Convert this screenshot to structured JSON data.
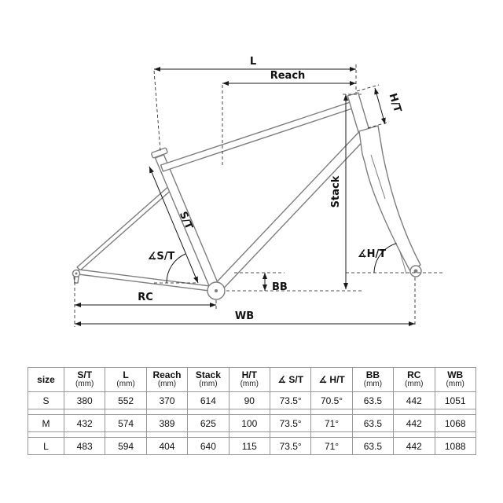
{
  "diagram": {
    "labels": {
      "l": "L",
      "reach": "Reach",
      "ht": "H/T",
      "stack": "Stack",
      "st": "S/T",
      "angle_st": "∡S/T",
      "angle_ht": "∡H/T",
      "rc": "RC",
      "bb": "BB",
      "wb": "WB"
    }
  },
  "table": {
    "headers": [
      {
        "label": "size",
        "unit": ""
      },
      {
        "label": "S/T",
        "unit": "(mm)"
      },
      {
        "label": "L",
        "unit": "(mm)"
      },
      {
        "label": "Reach",
        "unit": "(mm)"
      },
      {
        "label": "Stack",
        "unit": "(mm)"
      },
      {
        "label": "H/T",
        "unit": "(mm)"
      },
      {
        "label": "∡ S/T",
        "unit": ""
      },
      {
        "label": "∡ H/T",
        "unit": ""
      },
      {
        "label": "BB",
        "unit": "(mm)"
      },
      {
        "label": "RC",
        "unit": "(mm)"
      },
      {
        "label": "WB",
        "unit": "(mm)"
      }
    ],
    "rows": [
      {
        "size": "S",
        "values": [
          "380",
          "552",
          "370",
          "614",
          "90",
          "73.5°",
          "70.5°",
          "63.5",
          "442",
          "1051"
        ]
      },
      {
        "size": "M",
        "values": [
          "432",
          "574",
          "389",
          "625",
          "100",
          "73.5°",
          "71°",
          "63.5",
          "442",
          "1068"
        ]
      },
      {
        "size": "L",
        "values": [
          "483",
          "594",
          "404",
          "640",
          "115",
          "73.5°",
          "71°",
          "63.5",
          "442",
          "1088"
        ]
      }
    ]
  }
}
